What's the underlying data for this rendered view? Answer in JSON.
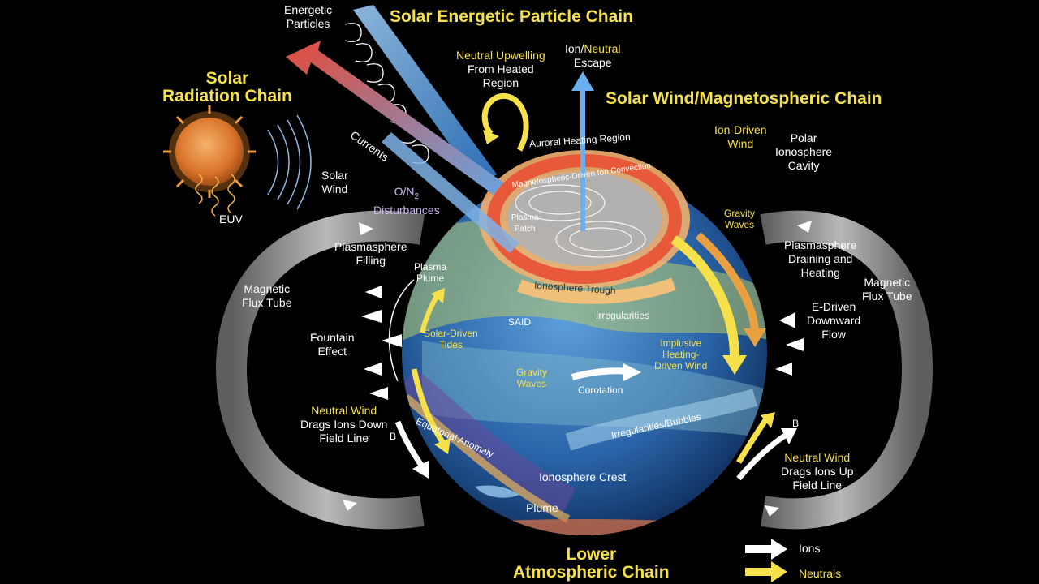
{
  "chains": {
    "solar_radiation": [
      "Solar",
      "Radiation Chain"
    ],
    "solar_energetic_particle": "Solar Energetic Particle Chain",
    "solar_wind_magnetospheric": "Solar Wind/Magnetospheric Chain",
    "lower_atmospheric": [
      "Lower",
      "Atmospheric Chain"
    ]
  },
  "labels": {
    "energetic_particles": [
      "Energetic",
      "Particles"
    ],
    "currents": "Currents",
    "solar_wind": [
      "Solar",
      "Wind"
    ],
    "euv": "EUV",
    "o_n2_disturbances": [
      "O/N",
      "2",
      "Disturbances"
    ],
    "neutral_upwelling": [
      "Neutral Upwelling",
      "From Heated",
      "Region"
    ],
    "ion_neutral_escape": [
      "Ion/",
      "Neutral",
      "Escape"
    ],
    "auroral_heating_region": "Auroral Heating Region",
    "magnetospheric_convection": "Magnetospheric-Driven Ion Convection",
    "plasma_patch": [
      "Plasma",
      "Patch"
    ],
    "ion_driven_wind": [
      "Ion-Driven",
      "Wind"
    ],
    "polar_ionosphere_cavity": [
      "Polar",
      "Ionosphere",
      "Cavity"
    ],
    "gravity_waves_right": [
      "Gravity",
      "Waves"
    ],
    "plasmasphere_filling": [
      "Plasmasphere",
      "Filling"
    ],
    "plasma_plume": [
      "Plasma",
      "Plume"
    ],
    "ionosphere_trough": "Ionosphere Trough",
    "said": "SAID",
    "irregularities": "Irregularities",
    "plasmasphere_draining": [
      "Plasmasphere",
      "Draining and",
      "Heating"
    ],
    "magnetic_flux_tube_left": [
      "Magnetic",
      "Flux Tube"
    ],
    "magnetic_flux_tube_right": [
      "Magnetic",
      "Flux Tube"
    ],
    "fountain_effect": [
      "Fountain",
      "Effect"
    ],
    "solar_driven_tides": [
      "Solar-Driven",
      "Tides"
    ],
    "gravity_waves_center": [
      "Gravity",
      "Waves"
    ],
    "corotation": "Corotation",
    "implusive_heating": [
      "Implusive",
      "Heating-",
      "Driven Wind"
    ],
    "e_driven_flow": [
      "E-Driven",
      "Downward",
      "Flow"
    ],
    "neutral_wind_down": [
      "Neutral Wind",
      "Drags Ions Down",
      "Field Line"
    ],
    "b_left": "B",
    "b_right": "B",
    "equatorial_anomaly": "Equatorial Anomaly",
    "irregularities_bubbles": "Irregularities/Bubbles",
    "ionosphere_crest": "Ionosphere Crest",
    "neutral_wind_up": [
      "Neutral Wind",
      "Drags Ions Up",
      "Field Line"
    ],
    "plume": "Plume"
  },
  "legend": {
    "ions": "Ions",
    "neutrals": "Neutrals"
  },
  "colors": {
    "chain_yellow": "#f7e14a",
    "ion_arrow": "#ffffff",
    "neutral_arrow": "#f7e14a",
    "ocean": "#2f6fb3",
    "auroral_ring": "#e8593a",
    "flux_tube": "#bdbdbd"
  }
}
